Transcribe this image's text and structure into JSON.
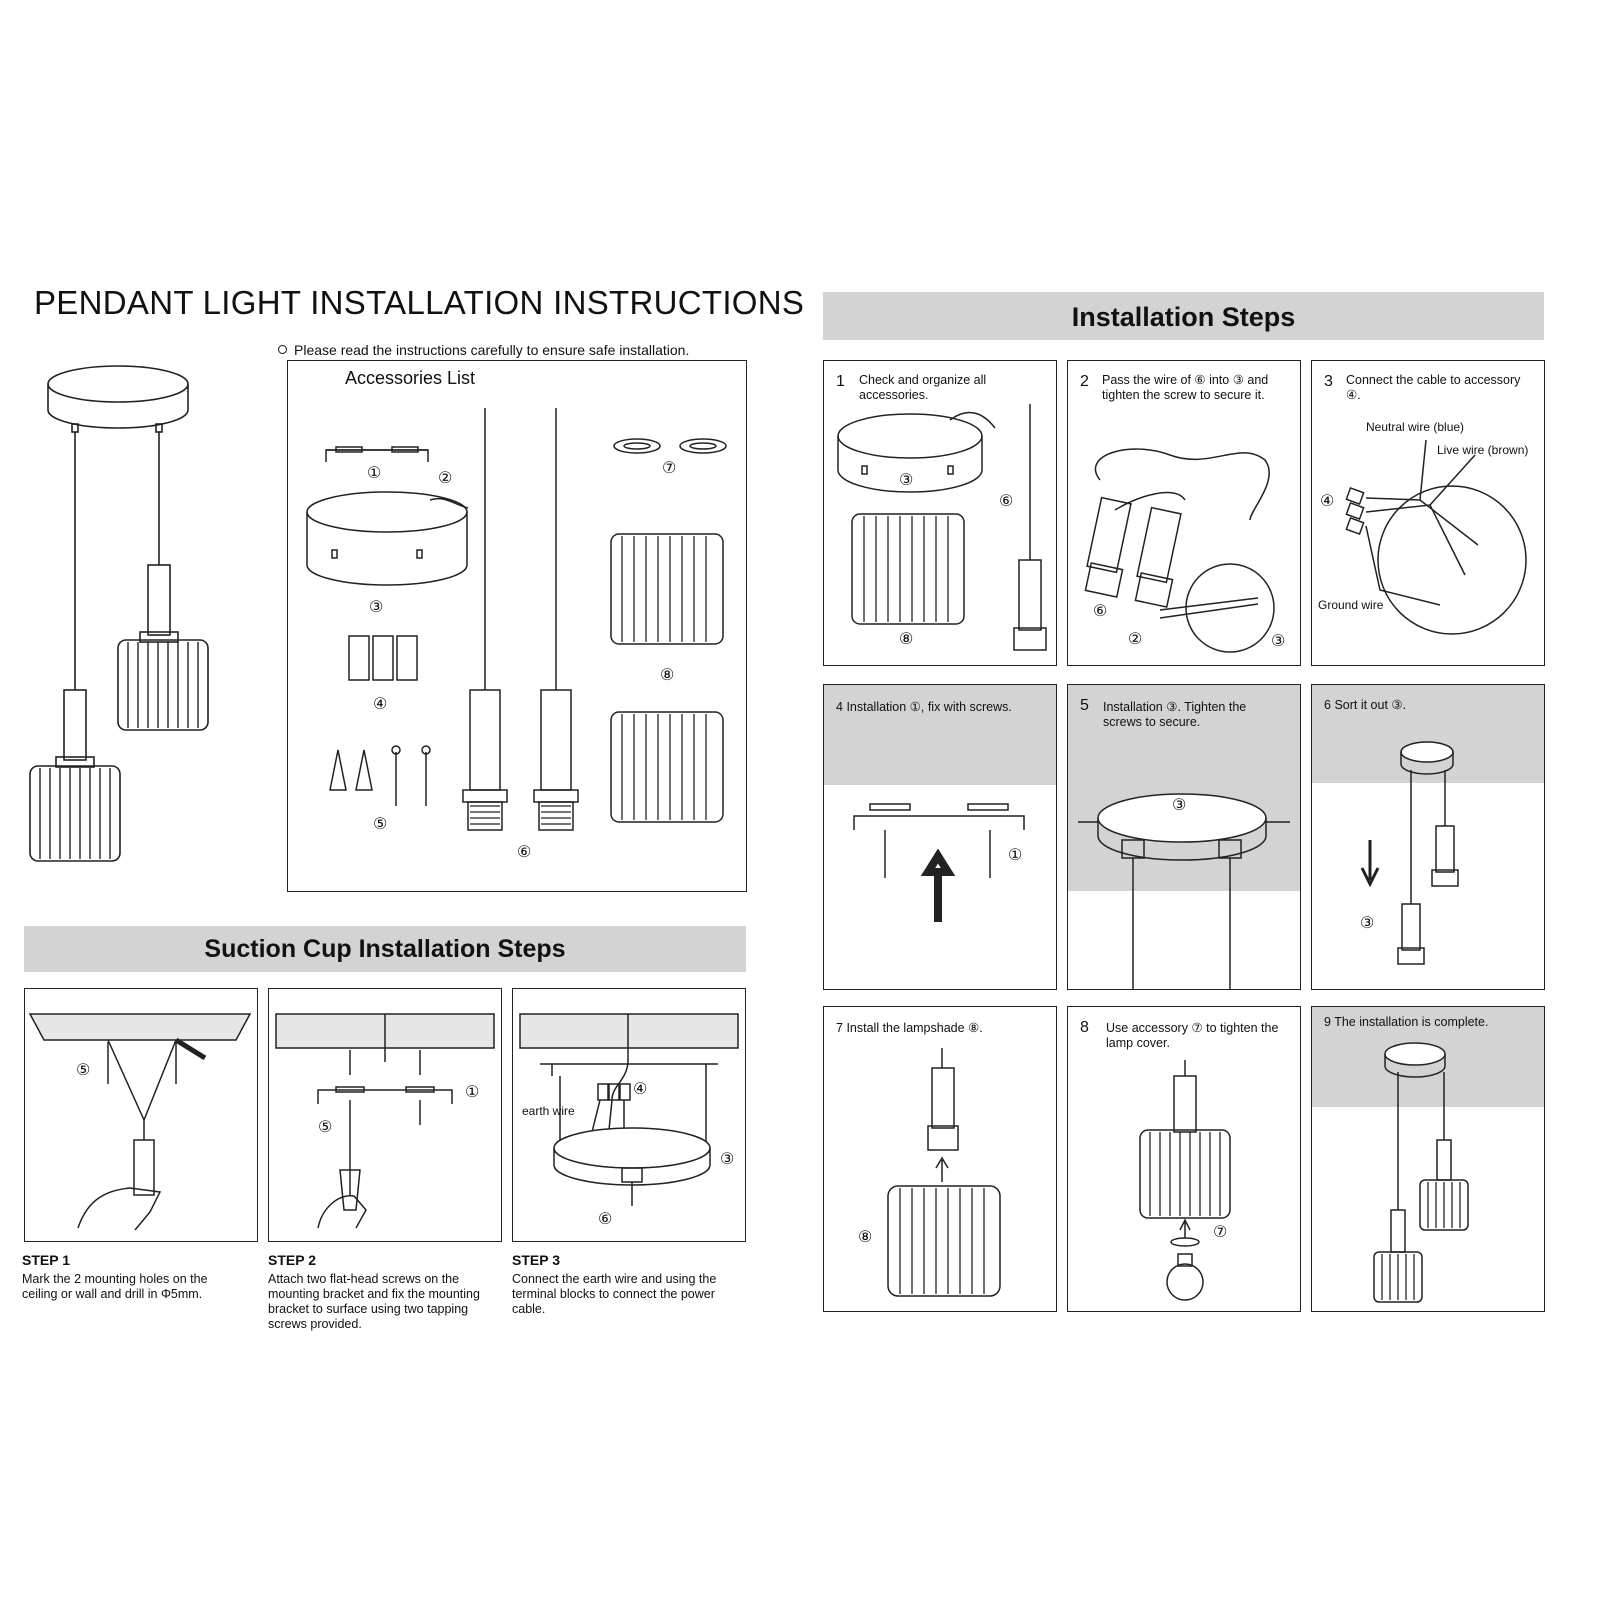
{
  "title": "PENDANT LIGHT INSTALLATION INSTRUCTIONS",
  "note": "Please read the instructions carefully to ensure safe installation.",
  "accessories": {
    "title": "Accessories List",
    "markers": [
      "①",
      "②",
      "③",
      "④",
      "⑤",
      "⑥",
      "⑦",
      "⑧"
    ]
  },
  "suction": {
    "heading": "Suction Cup Installation Steps",
    "steps": [
      {
        "label": "STEP 1",
        "text": "Mark the 2 mounting holes on the ceiling or wall and drill in Φ5mm.",
        "markers": [
          "⑤"
        ]
      },
      {
        "label": "STEP 2",
        "text": "Attach two flat-head screws on the mounting bracket and fix the mounting bracket to surface using two tapping screws provided.",
        "markers": [
          "①",
          "⑤"
        ]
      },
      {
        "label": "STEP 3",
        "text": "Connect the earth wire and using the terminal blocks to connect the power cable.",
        "markers": [
          "④",
          "③",
          "⑥"
        ],
        "earth_wire": "earth wire"
      }
    ]
  },
  "install": {
    "heading": "Installation Steps",
    "panels": [
      {
        "num": "1",
        "text": "Check and organize all accessories.",
        "markers": [
          "③",
          "⑥",
          "⑧"
        ]
      },
      {
        "num": "2",
        "text": "Pass the wire of ⑥ into ③ and tighten the screw to secure it.",
        "markers": [
          "⑥",
          "②",
          "③"
        ]
      },
      {
        "num": "3",
        "text": "Connect the cable to accessory ④.",
        "markers": [
          "④"
        ],
        "neutral": "Neutral wire (blue)",
        "live": "Live wire (brown)",
        "ground": "Ground wire"
      },
      {
        "num": "4",
        "text": "Installation ①, fix with screws.",
        "markers": [
          "①"
        ]
      },
      {
        "num": "5",
        "text": "Installation ③. Tighten the screws to secure.",
        "markers": [
          "③"
        ]
      },
      {
        "num": "6",
        "text": "Sort it out ③.",
        "markers": [
          "③"
        ]
      },
      {
        "num": "7",
        "text": "Install the lampshade ⑧.",
        "markers": [
          "⑧"
        ]
      },
      {
        "num": "8",
        "text": "Use accessory ⑦ to tighten the lamp cover.",
        "markers": [
          "⑦"
        ]
      },
      {
        "num": "9",
        "text": "The installation is complete.",
        "markers": []
      }
    ]
  }
}
